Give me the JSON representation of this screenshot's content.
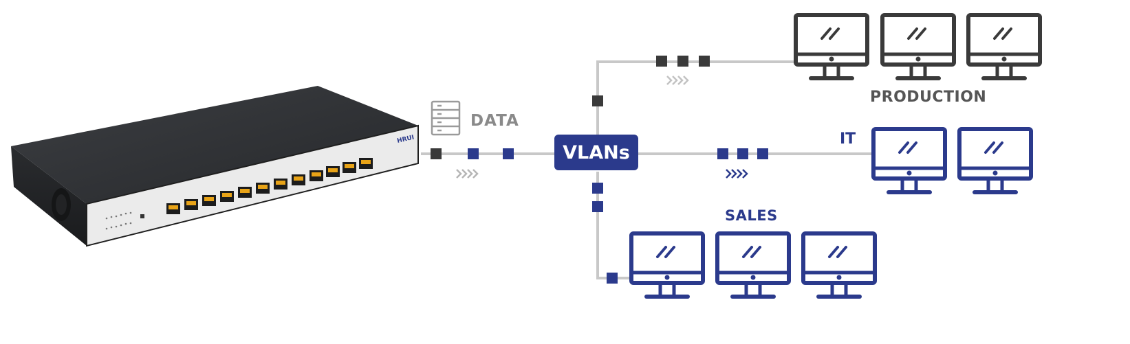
{
  "labels": {
    "data": "DATA",
    "vlans": "VLANs",
    "production": "PRODUCTION",
    "it": "IT",
    "sales": "SALES",
    "brand": "HRUI"
  },
  "colors": {
    "line": "#c8c8c8",
    "dark": "#3a3a3a",
    "blue": "#2b3a8c",
    "chev_gray": "#b5b5b5",
    "chev_blue": "#2b3a8c",
    "port": "#e8a317"
  },
  "groups": {
    "production": {
      "computers": 3
    },
    "it": {
      "computers": 2
    },
    "sales": {
      "computers": 3
    }
  },
  "icons": [
    "server-icon",
    "computer-monitor-icon",
    "network-switch",
    "chevron-arrows-icon"
  ]
}
